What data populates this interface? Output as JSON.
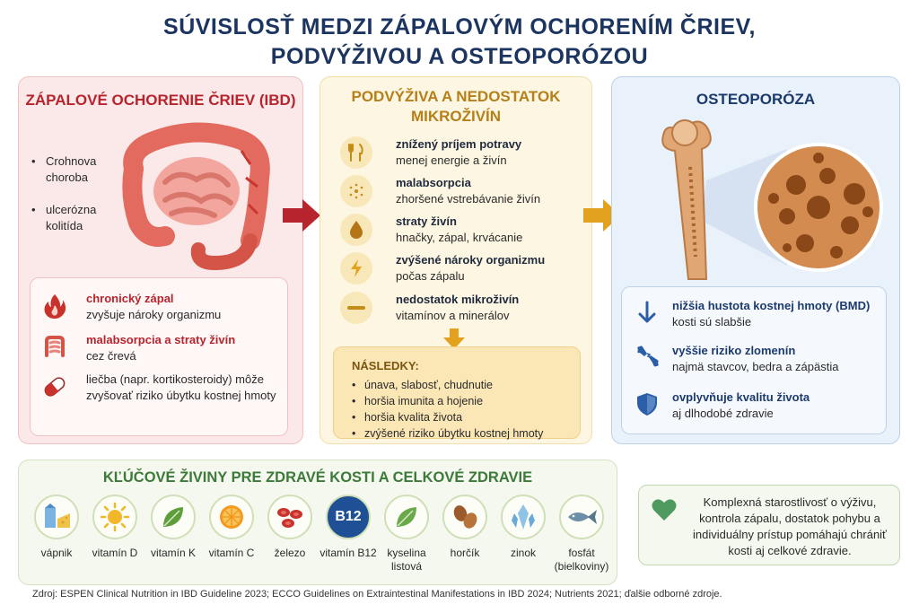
{
  "title": {
    "line1": "SÚVISLOSŤ MEDZI ZÁPALOVÝM OCHORENÍM ČRIEV,",
    "line2": "PODVÝŽIVOU A OSTEOPORÓZOU"
  },
  "ibd": {
    "heading": "ZÁPALOVÉ OCHORENIE ČRIEV (IBD)",
    "bullets": [
      "Crohnova choroba",
      "ulcerózna kolitída"
    ],
    "rows": [
      {
        "title": "chronický zápal",
        "text": "zvyšuje nároky organizmu",
        "icon": "flame-icon"
      },
      {
        "title": "malabsorpcia a straty živín",
        "text": "cez črevá",
        "icon": "intestine-icon"
      },
      {
        "title": "",
        "text": "liečba (napr. kortikosteroidy) môže zvyšovať riziko úbytku kostnej hmoty",
        "icon": "pill-icon"
      }
    ],
    "colors": {
      "accent": "#b8242d",
      "background": "#fbe9e9"
    }
  },
  "malnutrition": {
    "heading_line1": "PODVÝŽIVA A NEDOSTATOK",
    "heading_line2": "MIKROŽIVÍN",
    "rows": [
      {
        "title": "znížený príjem potravy",
        "text": "menej energie a živín",
        "icon": "fork-knife-icon"
      },
      {
        "title": "malabsorpcia",
        "text": "zhoršené vstrebávanie živín",
        "icon": "dots-icon"
      },
      {
        "title": "straty živín",
        "text": "hnačky, zápal, krvácanie",
        "icon": "drop-icon"
      },
      {
        "title": "zvýšené nároky organizmu",
        "text": "počas zápalu",
        "icon": "lightning-icon"
      },
      {
        "title": "nedostatok mikroživín",
        "text": "vitamínov a minerálov",
        "icon": "minus-icon"
      }
    ],
    "consequences": {
      "heading": "NÁSLEDKY:",
      "items": [
        "únava, slabosť, chudnutie",
        "horšia imunita a hojenie",
        "horšia kvalita života",
        "zvýšené riziko úbytku kostnej hmoty"
      ]
    },
    "colors": {
      "accent": "#b5801a",
      "background": "#fdf6e2"
    }
  },
  "osteoporosis": {
    "heading": "OSTEOPORÓZA",
    "rows": [
      {
        "title": "nižšia hustota kostnej hmoty (BMD)",
        "text": "kosti sú slabšie",
        "icon": "arrow-down-icon"
      },
      {
        "title": "vyššie riziko zlomenín",
        "text": "najmä stavcov, bedra a zápästia",
        "icon": "broken-bone-icon"
      },
      {
        "title": "ovplyvňuje kvalitu života",
        "text": "aj dlhodobé zdravie",
        "icon": "shield-icon"
      }
    ],
    "colors": {
      "accent": "#1c3a6e",
      "background": "#e9f1fa"
    }
  },
  "nutrients": {
    "heading": "KĽÚČOVÉ ŽIVINY PRE ZDRAVÉ KOSTI A CELKOVÉ ZDRAVIE",
    "items": [
      {
        "label": "vápnik",
        "icon": "milk-cheese-icon"
      },
      {
        "label": "vitamín D",
        "icon": "sun-icon"
      },
      {
        "label": "vitamín K",
        "icon": "leaf-icon"
      },
      {
        "label": "vitamín C",
        "icon": "orange-icon"
      },
      {
        "label": "železo",
        "icon": "blood-cells-icon"
      },
      {
        "label": "vitamín B12",
        "icon": "b12-icon",
        "badge": "B12"
      },
      {
        "label": "kyselina listová",
        "icon": "leaf-icon"
      },
      {
        "label": "horčík",
        "icon": "nuts-icon"
      },
      {
        "label": "zinok",
        "icon": "crystal-icon"
      },
      {
        "label": "fosfát (bielkoviny)",
        "icon": "fish-icon"
      }
    ]
  },
  "care_note": {
    "text": "Komplexná starostlivosť o výživu, kontrola zápalu, dostatok pohybu a individuálny prístup pomáhajú chrániť kosti aj celkové zdravie.",
    "icon": "heart-icon"
  },
  "source": "Zdroj: ESPEN Clinical Nutrition in IBD Guideline 2023; ECCO Guidelines on Extraintestinal Manifestations in IBD 2024; Nutrients 2021; ďalšie odborné zdroje."
}
